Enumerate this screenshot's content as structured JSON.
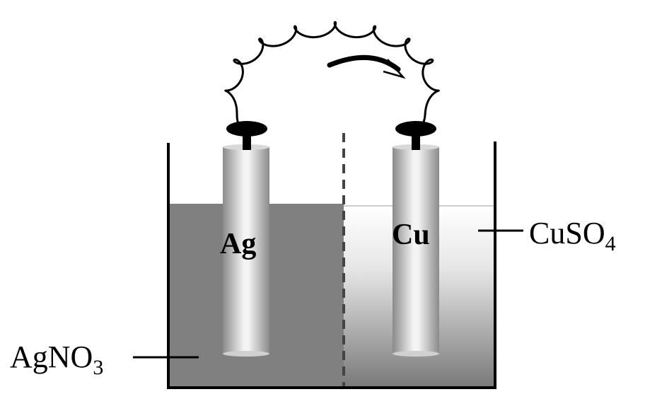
{
  "electrodes": {
    "left": {
      "label": "Ag"
    },
    "right": {
      "label": "Cu"
    }
  },
  "solutions": {
    "left": {
      "label_main": "AgNO",
      "label_sub": "3"
    },
    "right": {
      "label_main": "CuSO",
      "label_sub": "4"
    }
  },
  "colors": {
    "left_solution": "#808080",
    "right_solution_top": "#ffffff",
    "right_solution_bottom": "#7a7a7a",
    "stroke": "#000000"
  }
}
